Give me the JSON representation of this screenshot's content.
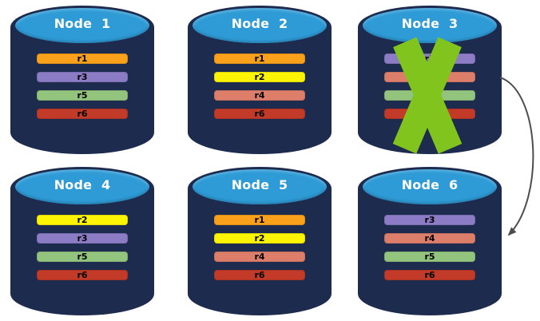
{
  "diagram": {
    "description": "Six database node cylinders holding replicas; Node 3 is failed (green X) and an arrow points from Node 3 to Node 6",
    "colors": {
      "cylinder_body": "#1D2B4F",
      "cylinder_top": "#2E9BD6",
      "node_title_text": "#FFFFFF",
      "bar_label_text": "#000000",
      "failure_x": "#82C41E",
      "arrow": "#4D4D4D",
      "background": "#FFFFFF"
    },
    "replica_colors": {
      "r1": "#F9A11B",
      "r2": "#FCF403",
      "r3": "#8B7CC5",
      "r4": "#DD7E6B",
      "r5": "#93C47D",
      "r6": "#C23A28"
    },
    "nodes": [
      {
        "id": "node-1",
        "label": "Node 1",
        "failed": false,
        "replicas": [
          "r1",
          "r3",
          "r5",
          "r6"
        ]
      },
      {
        "id": "node-2",
        "label": "Node 2",
        "failed": false,
        "replicas": [
          "r1",
          "r2",
          "r4",
          "r6"
        ]
      },
      {
        "id": "node-3",
        "label": "Node 3",
        "failed": true,
        "replicas": [
          "r3",
          "r4",
          "r5",
          "r6"
        ]
      },
      {
        "id": "node-4",
        "label": "Node 4",
        "failed": false,
        "replicas": [
          "r2",
          "r3",
          "r5",
          "r6"
        ]
      },
      {
        "id": "node-5",
        "label": "Node 5",
        "failed": false,
        "replicas": [
          "r1",
          "r2",
          "r4",
          "r6"
        ]
      },
      {
        "id": "node-6",
        "label": "Node 6",
        "failed": false,
        "replicas": [
          "r3",
          "r4",
          "r5",
          "r6"
        ]
      }
    ],
    "failure_marker": {
      "node": "node-3",
      "symbol": "X"
    },
    "arrow": {
      "from": "node-3",
      "to": "node-6"
    }
  }
}
